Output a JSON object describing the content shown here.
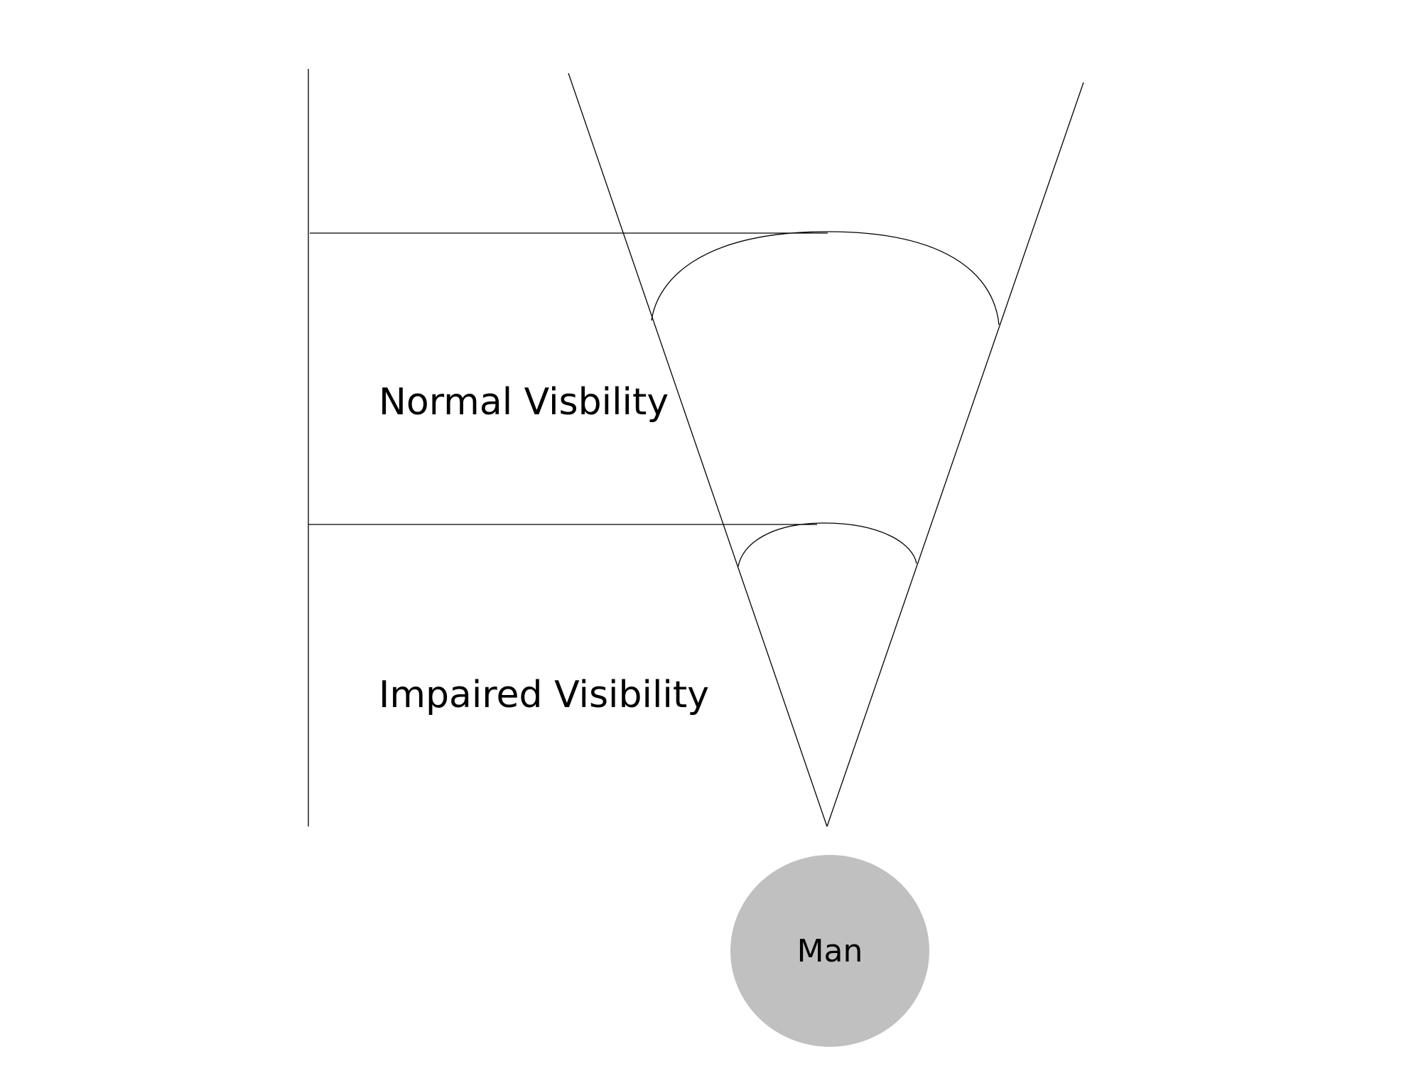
{
  "labels": {
    "normal": "Normal Visbility",
    "impaired": "Impaired Visibility",
    "man": "Man"
  },
  "colors": {
    "line": "#000000",
    "man_fill": "#c0c0c0",
    "background": "#ffffff"
  }
}
